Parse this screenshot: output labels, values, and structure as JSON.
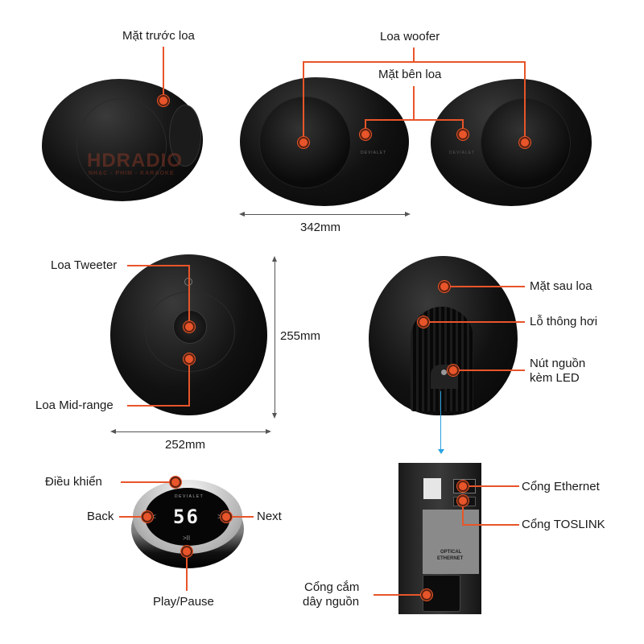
{
  "colors": {
    "accent": "#e8552a",
    "dimension": "#555555",
    "link": "#29a3e0",
    "speaker": "#0d0d0d"
  },
  "watermark": {
    "title": "HDRADIO",
    "subtitle": "NHẠC - PHIM - KARAOKE"
  },
  "top_section": {
    "front_label": "Mặt trước loa",
    "woofer_label": "Loa woofer",
    "side_label": "Mặt bên loa",
    "width_dimension": "342mm",
    "brand_text": "DEVIALET"
  },
  "front_view": {
    "tweeter_label": "Loa Tweeter",
    "midrange_label": "Loa Mid-range",
    "height_dimension": "255mm",
    "width_dimension": "252mm"
  },
  "rear_view": {
    "rear_label": "Mặt sau loa",
    "vent_label": "Lỗ thông hơi",
    "power_button_label_line1": "Nút nguồn",
    "power_button_label_line2": "kèm LED"
  },
  "remote": {
    "remote_label": "Điều khiển",
    "back_label": "Back",
    "next_label": "Next",
    "playpause_label": "Play/Pause",
    "display_value": "56",
    "brand_text": "DEVIALET",
    "back_glyph": "<",
    "next_glyph": ">",
    "play_glyph": ">II"
  },
  "ports": {
    "ethernet_label": "Cổng Ethernet",
    "toslink_label": "Cổng TOSLINK",
    "power_port_label_line1": "Cổng cắm",
    "power_port_label_line2": "dây nguồn",
    "panel_text_line1": "OPTICAL",
    "panel_text_line2": "ETHERNET"
  }
}
